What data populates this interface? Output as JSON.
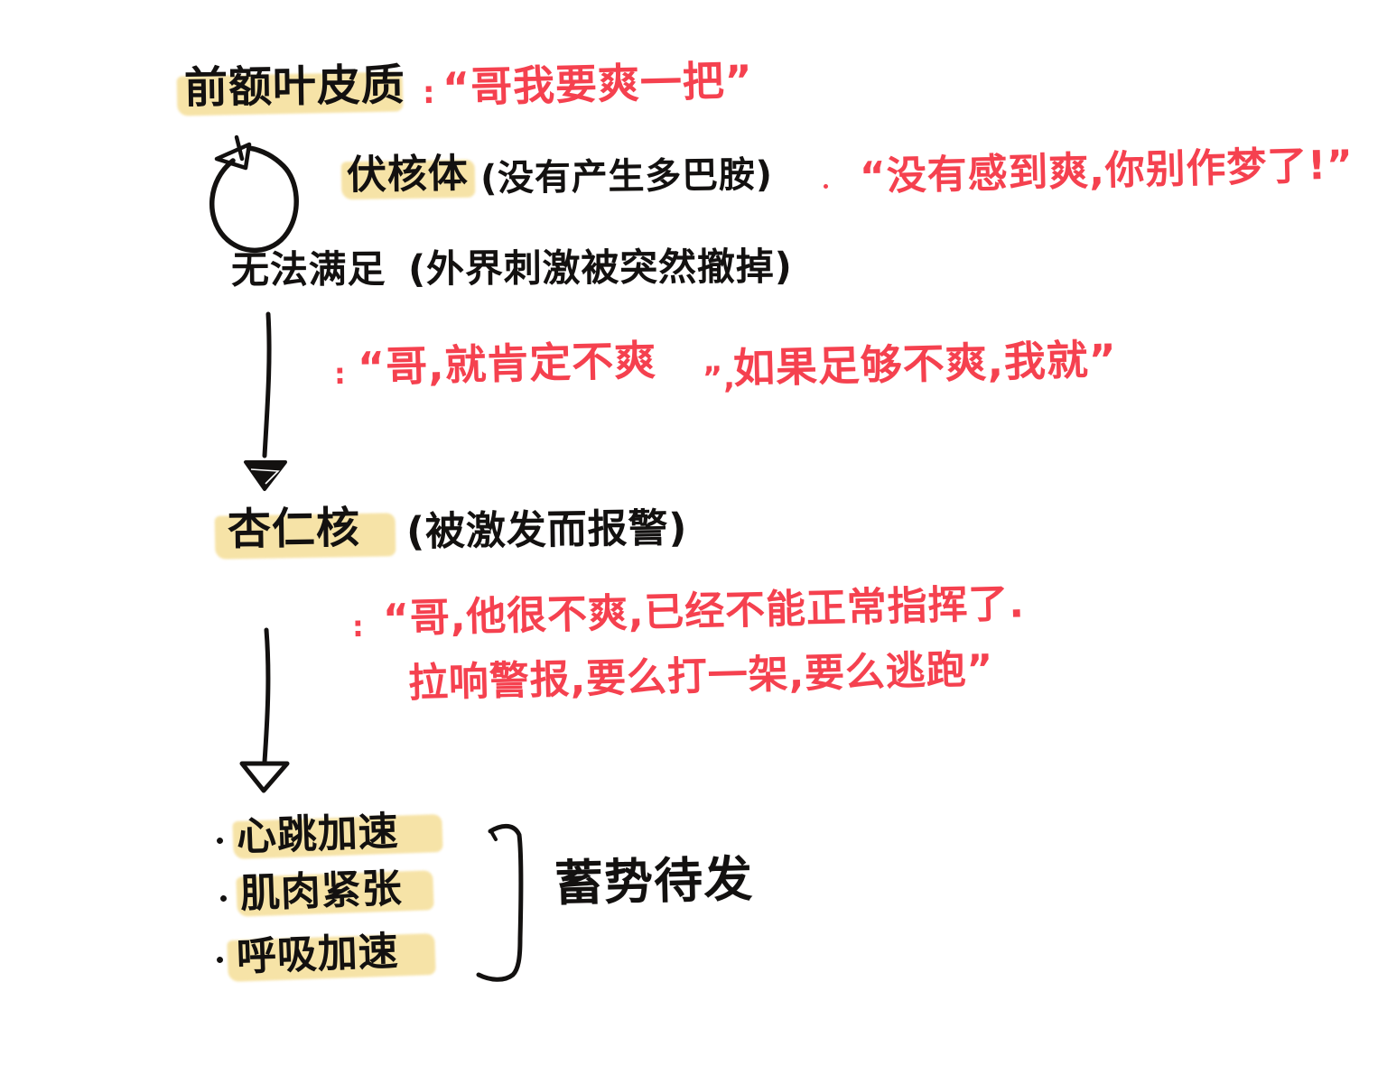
{
  "note": {
    "title_line": {
      "label": "前额叶皮质",
      "separator": ":",
      "quote": "“哥我要爽一把”"
    },
    "nucleus_line": {
      "label": "伏核体",
      "paren": "(没有产生多巴胺)",
      "quote": "“没有感到爽,你别作梦了!”"
    },
    "unsatisfied_line": {
      "label": "无法满足",
      "paren": "(外界刺激被突然撤掉)"
    },
    "unsatisfied_quote": {
      "separator": ":",
      "part1": "“哥,就肯定不爽",
      "comma": "”,",
      "part2": "如果足够不爽,我就”"
    },
    "amygdala_line": {
      "label": "杏仁核",
      "paren": "(被激发而报警)"
    },
    "amygdala_quote": {
      "separator": ":",
      "line1": "“哥,他很不爽,已经不能正常指挥了.",
      "line2": "拉响警报,要么打一架,要么逃跑”"
    },
    "symptoms": {
      "items": [
        "心跳加速",
        "肌肉紧张",
        "呼吸加速"
      ],
      "conclusion": "蓄势待发"
    }
  },
  "colors": {
    "ink_black": "#131110",
    "ink_red": "#f5414f",
    "highlighter": "#f6e1a0",
    "paper": "#ffffff"
  },
  "icons": {
    "loop_arrow": "loop-arrow-icon",
    "down_arrow_1": "down-arrow-icon",
    "down_arrow_2": "down-arrow-icon",
    "right_bracket": "right-bracket-icon"
  }
}
